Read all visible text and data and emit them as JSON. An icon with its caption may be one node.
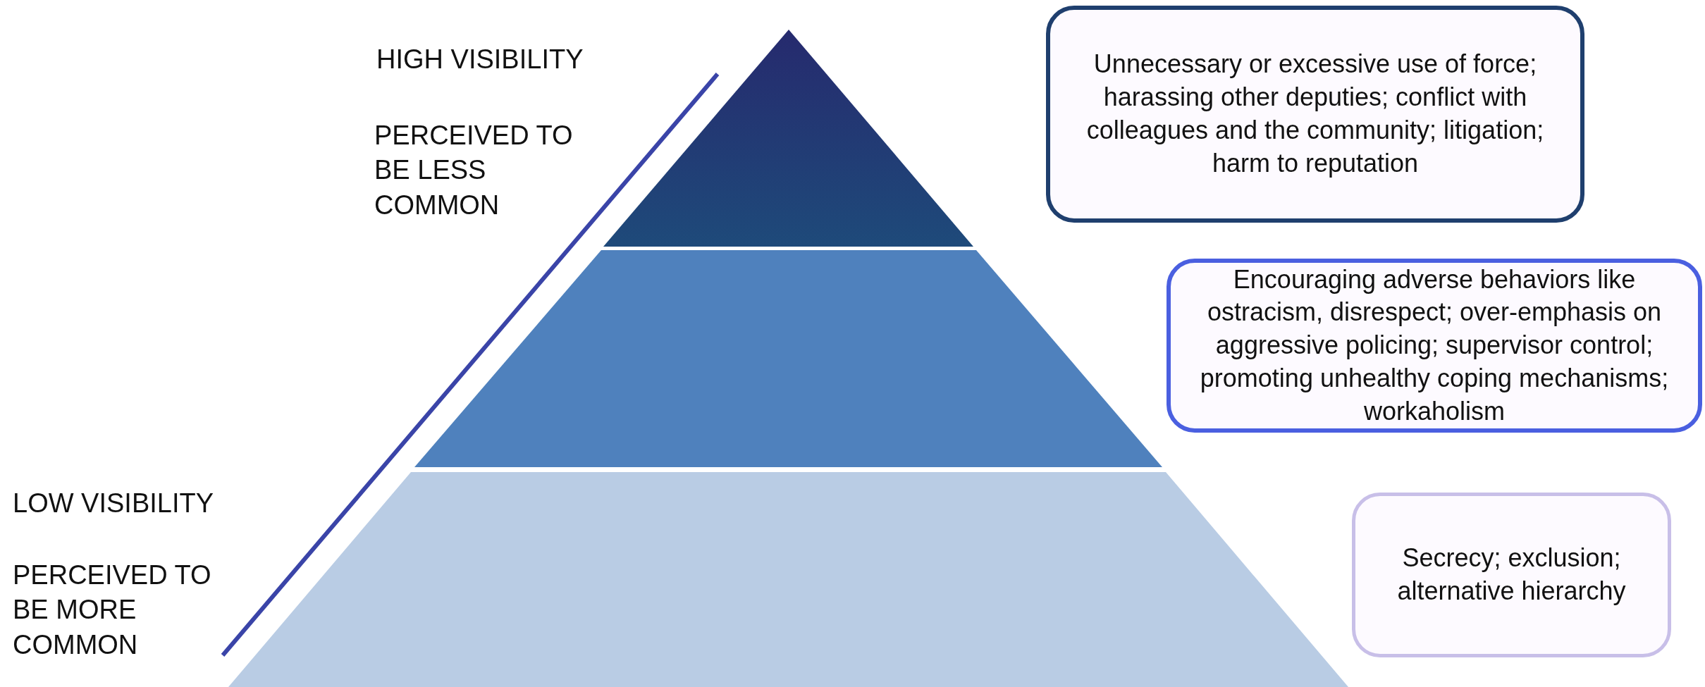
{
  "diagram": {
    "nodes": [
      {
        "text": [
          "Unnecessary or excessive use of force; harassing other deputies; conflict with colleagues and the community; litigation; harm to reputation"
        ]
      },
      {
        "text": [
          "Encouraging adverse behaviors like ostracism, disrespect; over-emphasis on aggressive policing; supervisor control; promoting unhealthy coping mechanisms; workaholism"
        ]
      },
      {
        "text": [
          "Secrecy; exclusion; alternative hierarchy"
        ]
      }
    ],
    "edges": [],
    "labels": [
      "HIGH VISIBILITY",
      "PERCEIVED TO BE LESS COMMON",
      "LOW VISIBILITY",
      "PERCEIVED TO BE MORE COMMON"
    ]
  }
}
